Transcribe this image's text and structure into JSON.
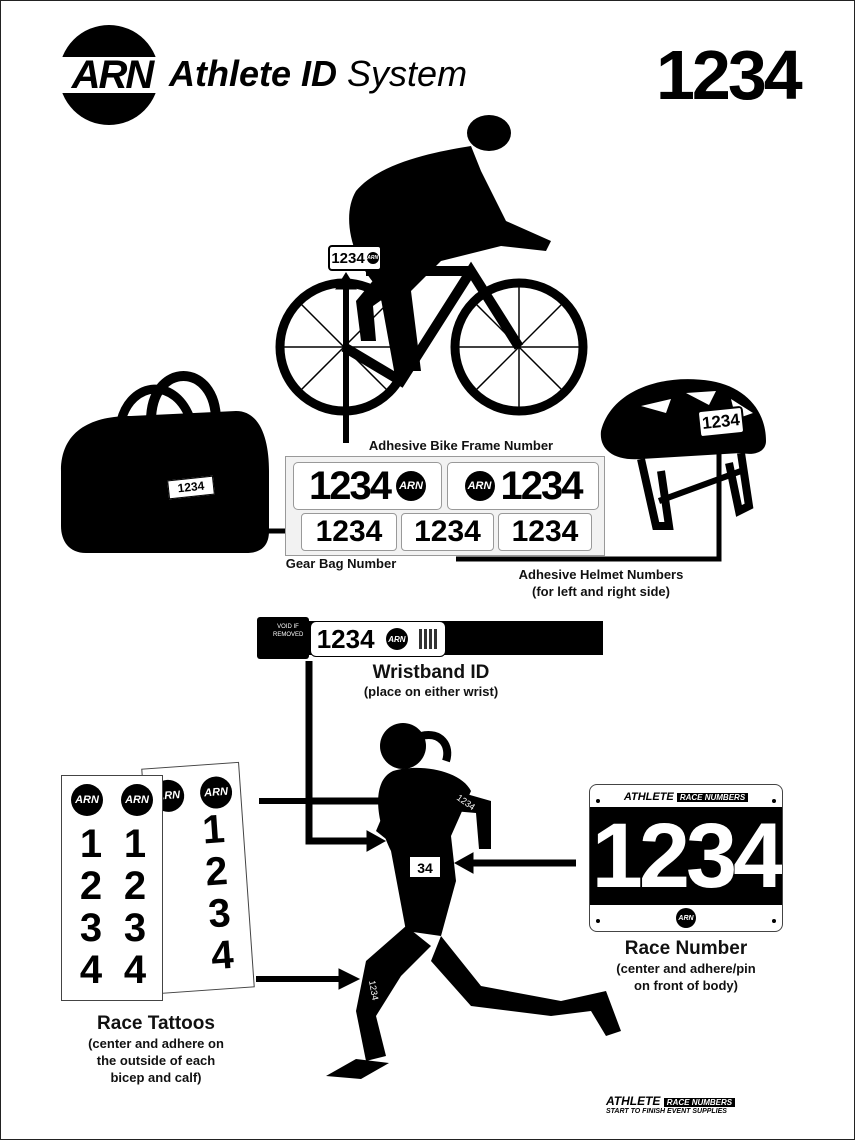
{
  "header": {
    "logo_text": "ARN",
    "title_bold": "Athlete ID",
    "title_light": "System",
    "athlete_number": "1234"
  },
  "labels": {
    "bike_frame": "Adhesive Bike Frame Number",
    "gear_bag": "Gear Bag Number",
    "helmet_line1": "Adhesive Helmet Numbers",
    "helmet_line2": "(for left and right side)",
    "wristband_title": "Wristband ID",
    "wristband_sub": "(place on either wrist)",
    "race_number_title": "Race Number",
    "race_number_sub1": "(center and adhere/pin",
    "race_number_sub2": "on front of body)",
    "tattoo_title": "Race Tattoos",
    "tattoo_sub1": "(center and adhere on",
    "tattoo_sub2": "the outside of each",
    "tattoo_sub3": "bicep and calf)"
  },
  "sticker_sheet": {
    "number": "1234",
    "logo": "ARN"
  },
  "wristband": {
    "number": "1234",
    "tab_text": "VOID IF REMOVED"
  },
  "bib": {
    "brand": "ATHLETE",
    "brand_sub": "RACE NUMBERS",
    "number": "1234",
    "logo": "ARN"
  },
  "tattoos": {
    "logo": "ARN",
    "digits": [
      "1",
      "2",
      "3",
      "4"
    ]
  },
  "footer": {
    "brand": "ATHLETE",
    "brand_sub": "RACE NUMBERS",
    "tagline": "START TO FINISH EVENT SUPPLIES"
  },
  "colors": {
    "ink": "#000000",
    "paper": "#ffffff",
    "panel": "#f2f2f2"
  }
}
